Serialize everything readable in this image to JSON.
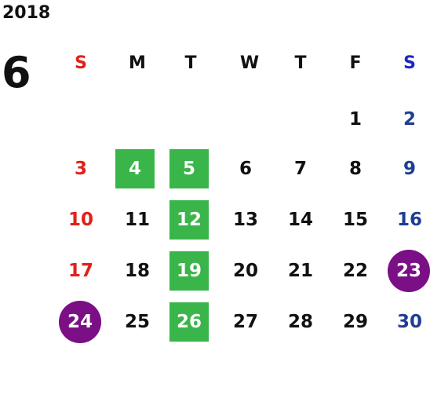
{
  "calendar": {
    "year": "2018",
    "month": "6",
    "weekdays": [
      "S",
      "M",
      "T",
      "W",
      "T",
      "F",
      "S"
    ],
    "week1": {
      "fri": "1",
      "sat": "2"
    },
    "week2": {
      "sun": "3",
      "mon": "4",
      "tue": "5",
      "wed": "6",
      "thu": "7",
      "fri": "8",
      "sat": "9"
    },
    "week3": {
      "sun": "10",
      "mon": "11",
      "tue": "12",
      "wed": "13",
      "thu": "14",
      "fri": "15",
      "sat": "16"
    },
    "week4": {
      "sun": "17",
      "mon": "18",
      "tue": "19",
      "wed": "20",
      "thu": "21",
      "fri": "22",
      "sat": "23"
    },
    "week5": {
      "sun": "24",
      "mon": "25",
      "tue": "26",
      "wed": "27",
      "thu": "28",
      "fri": "29",
      "sat": "30"
    }
  },
  "colors": {
    "sunday": "#e0201a",
    "saturday_header": "#1d27c8",
    "saturday": "#1f3d94",
    "highlight_green": "#3ab54a",
    "highlight_purple": "#7a0f86"
  }
}
